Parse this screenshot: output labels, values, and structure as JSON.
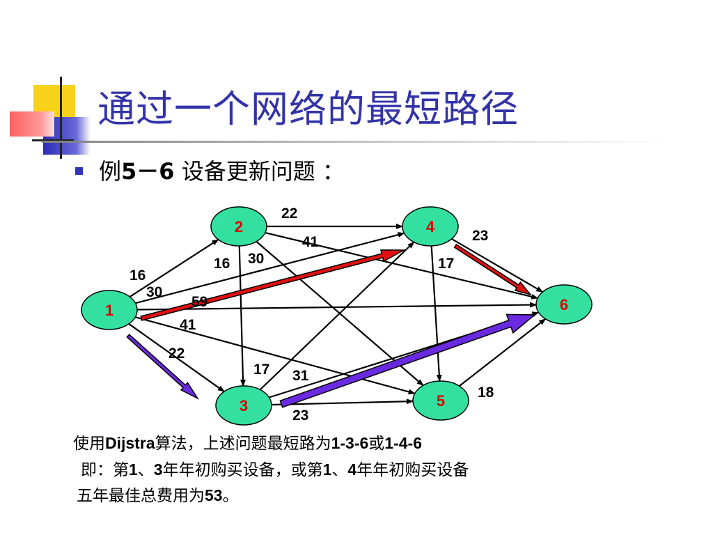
{
  "slide": {
    "title": "通过一个网络的最短路径",
    "subtitle_prefix": "例",
    "subtitle_num": "5－6",
    "subtitle_suffix": " 设备更新问题 ：",
    "colors": {
      "title": "#3333a8",
      "node_fill": "#33e0a0",
      "node_text": "#e00000",
      "highlight_red": "#e01010",
      "highlight_purple": "#6a2ae0"
    }
  },
  "diagram": {
    "nodes": [
      {
        "id": "1",
        "label": "1"
      },
      {
        "id": "2",
        "label": "2"
      },
      {
        "id": "3",
        "label": "3"
      },
      {
        "id": "4",
        "label": "4"
      },
      {
        "id": "5",
        "label": "5"
      },
      {
        "id": "6",
        "label": "6"
      }
    ],
    "edges": [
      {
        "from": "1",
        "to": "2",
        "weight": "16"
      },
      {
        "from": "1",
        "to": "3",
        "weight": "22"
      },
      {
        "from": "1",
        "to": "4",
        "weight": "30"
      },
      {
        "from": "1",
        "to": "5",
        "weight": "41"
      },
      {
        "from": "1",
        "to": "6",
        "weight": "59"
      },
      {
        "from": "2",
        "to": "3",
        "weight": "16"
      },
      {
        "from": "2",
        "to": "4",
        "weight": "22"
      },
      {
        "from": "2",
        "to": "5",
        "weight": "30"
      },
      {
        "from": "2",
        "to": "6",
        "weight": "41"
      },
      {
        "from": "3",
        "to": "4",
        "weight": "17"
      },
      {
        "from": "3",
        "to": "5",
        "weight": "23"
      },
      {
        "from": "3",
        "to": "6",
        "weight": "31"
      },
      {
        "from": "4",
        "to": "5",
        "weight": "17"
      },
      {
        "from": "4",
        "to": "6",
        "weight": "23"
      },
      {
        "from": "5",
        "to": "6",
        "weight": "18"
      }
    ],
    "highlighted_paths": [
      {
        "path": "1-3-6",
        "color": "purple"
      },
      {
        "path": "1-4-6",
        "color": "red"
      }
    ]
  },
  "text": {
    "line1_a": "使用",
    "line1_b": "Dijstra",
    "line1_c": "算法，上述问题最短路为",
    "line1_d": "1-3-6",
    "line1_e": "或",
    "line1_f": "1-4-6",
    "line2_a": "即：第",
    "line2_b": "1",
    "line2_c": "、",
    "line2_d": "3",
    "line2_e": "年年初购买设备，或第",
    "line2_f": "1",
    "line2_g": "、",
    "line2_h": "4",
    "line2_i": "年年初购买设备",
    "line3_a": "五年最佳总费用为",
    "line3_b": "53",
    "line3_c": "。"
  }
}
